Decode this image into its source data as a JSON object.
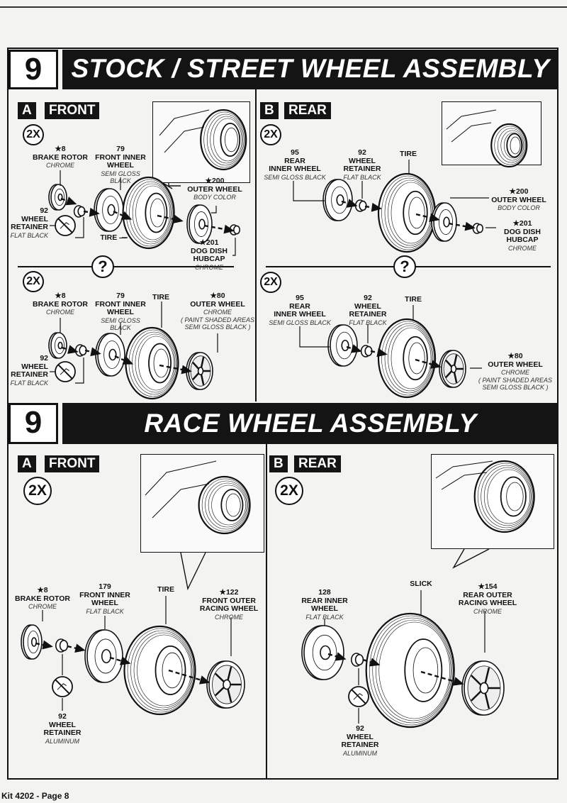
{
  "footer": "Kit 4202 - Page 8",
  "step1": {
    "number": "9",
    "title": "STOCK / STREET WHEEL ASSEMBLY",
    "front": {
      "letter": "A",
      "label": "FRONT",
      "qty_top": "2X",
      "qty_bottom": "2X",
      "or_symbol": "?",
      "top": {
        "brake_rotor": {
          "num": "★8",
          "name": [
            "BRAKE ROTOR"
          ],
          "color": [
            "CHROME"
          ]
        },
        "inner_wheel": {
          "num": "79",
          "name": [
            "FRONT INNER",
            "WHEEL"
          ],
          "color": [
            "SEMI GLOSS",
            "BLACK"
          ]
        },
        "retainer": {
          "num": "92",
          "name": [
            "WHEEL",
            "RETAINER"
          ],
          "color": [
            "FLAT BLACK"
          ]
        },
        "tire": "TIRE —",
        "outer_wheel": {
          "num": "★200",
          "name": [
            "OUTER WHEEL"
          ],
          "color": [
            "BODY COLOR"
          ]
        },
        "hubcap": {
          "num": "★201",
          "name": [
            "DOG DISH",
            "HUBCAP"
          ],
          "color": [
            "CHROME"
          ]
        }
      },
      "bottom": {
        "brake_rotor": {
          "num": "★8",
          "name": [
            "BRAKE ROTOR"
          ],
          "color": [
            "CHROME"
          ]
        },
        "inner_wheel": {
          "num": "79",
          "name": [
            "FRONT INNER",
            "WHEEL"
          ],
          "color": [
            "SEMI GLOSS",
            "BLACK"
          ]
        },
        "tire": {
          "num": "",
          "name": [
            "TIRE"
          ],
          "color": []
        },
        "outer_wheel": {
          "num": "★80",
          "name": [
            "OUTER WHEEL"
          ],
          "color": [
            "CHROME",
            "( PAINT SHADED AREAS",
            "SEMI GLOSS BLACK )"
          ]
        },
        "retainer": {
          "num": "92",
          "name": [
            "WHEEL",
            "RETAINER"
          ],
          "color": [
            "FLAT BLACK"
          ]
        }
      }
    },
    "rear": {
      "letter": "B",
      "label": "REAR",
      "qty_top": "2X",
      "qty_bottom": "2X",
      "or_symbol": "?",
      "top": {
        "inner_wheel": {
          "num": "95",
          "name": [
            "REAR",
            "INNER WHEEL"
          ],
          "color": [
            "SEMI GLOSS BLACK"
          ]
        },
        "retainer": {
          "num": "92",
          "name": [
            "WHEEL",
            "RETAINER"
          ],
          "color": [
            "FLAT BLACK"
          ]
        },
        "tire": {
          "num": "",
          "name": [
            "TIRE"
          ],
          "color": []
        },
        "outer_wheel": {
          "num": "★200",
          "name": [
            "OUTER WHEEL"
          ],
          "color": [
            "BODY COLOR"
          ]
        },
        "hubcap": {
          "num": "★201",
          "name": [
            "DOG DISH",
            "HUBCAP"
          ],
          "color": [
            "CHROME"
          ]
        }
      },
      "bottom": {
        "inner_wheel": {
          "num": "95",
          "name": [
            "REAR",
            "INNER WHEEL"
          ],
          "color": [
            "SEMI GLOSS BLACK"
          ]
        },
        "retainer": {
          "num": "92",
          "name": [
            "WHEEL",
            "RETAINER"
          ],
          "color": [
            "FLAT BLACK"
          ]
        },
        "tire": {
          "num": "",
          "name": [
            "TIRE"
          ],
          "color": []
        },
        "outer_wheel": {
          "num": "★80",
          "name": [
            "OUTER WHEEL"
          ],
          "color": [
            "CHROME",
            "( PAINT SHADED AREAS",
            "SEMI GLOSS BLACK )"
          ]
        }
      }
    }
  },
  "step2": {
    "number": "9",
    "title": "RACE WHEEL ASSEMBLY",
    "front": {
      "letter": "A",
      "label": "FRONT",
      "qty": "2X",
      "brake_rotor": {
        "num": "★8",
        "name": [
          "BRAKE ROTOR"
        ],
        "color": [
          "CHROME"
        ]
      },
      "inner_wheel": {
        "num": "179",
        "name": [
          "FRONT INNER",
          "WHEEL"
        ],
        "color": [
          "FLAT BLACK"
        ]
      },
      "tire": {
        "num": "",
        "name": [
          "TIRE"
        ],
        "color": []
      },
      "outer_wheel": {
        "num": "★122",
        "name": [
          "FRONT OUTER",
          "RACING WHEEL"
        ],
        "color": [
          "CHROME"
        ]
      },
      "retainer": {
        "num": "92",
        "name": [
          "WHEEL",
          "RETAINER"
        ],
        "color": [
          "ALUMINUM"
        ]
      }
    },
    "rear": {
      "letter": "B",
      "label": "REAR",
      "qty": "2X",
      "inner_wheel": {
        "num": "128",
        "name": [
          "REAR INNER",
          "WHEEL"
        ],
        "color": [
          "FLAT BLACK"
        ]
      },
      "tire": {
        "num": "",
        "name": [
          "SLICK"
        ],
        "color": []
      },
      "outer_wheel": {
        "num": "★154",
        "name": [
          "REAR OUTER",
          "RACING WHEEL"
        ],
        "color": [
          "CHROME"
        ]
      },
      "retainer": {
        "num": "92",
        "name": [
          "WHEEL",
          "RETAINER"
        ],
        "color": [
          "ALUMINUM"
        ]
      }
    }
  }
}
